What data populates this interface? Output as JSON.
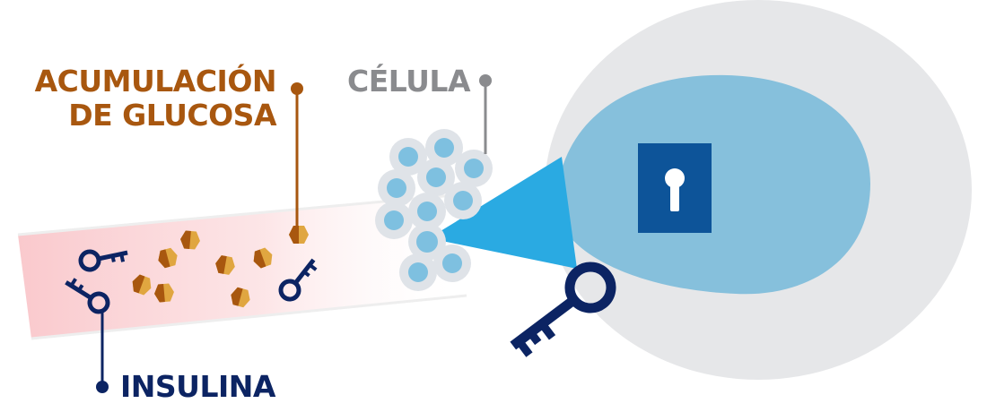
{
  "labels": {
    "glucose_line1": "ACUMULACIÓN",
    "glucose_line2": "DE GLUCOSA",
    "cell": "CÉLULA",
    "insulin": "INSULINA"
  },
  "colors": {
    "glucose": "#a8570f",
    "glucose_light": "#e0a640",
    "cell_label": "#8a8b8e",
    "insulin": "#0c2463",
    "cell_fill": "#7ec0e0",
    "cell_rim": "#dfe3e8",
    "beam": "#2aaae2",
    "big_cell_outer": "#e6e7e9",
    "big_cell_inner": "#86c0dc",
    "lock_body": "#0d5499",
    "vessel": "#fbd9dc"
  },
  "icons": [
    "key-icon",
    "lock-icon",
    "glucose-molecule-icon",
    "cell-icon"
  ]
}
